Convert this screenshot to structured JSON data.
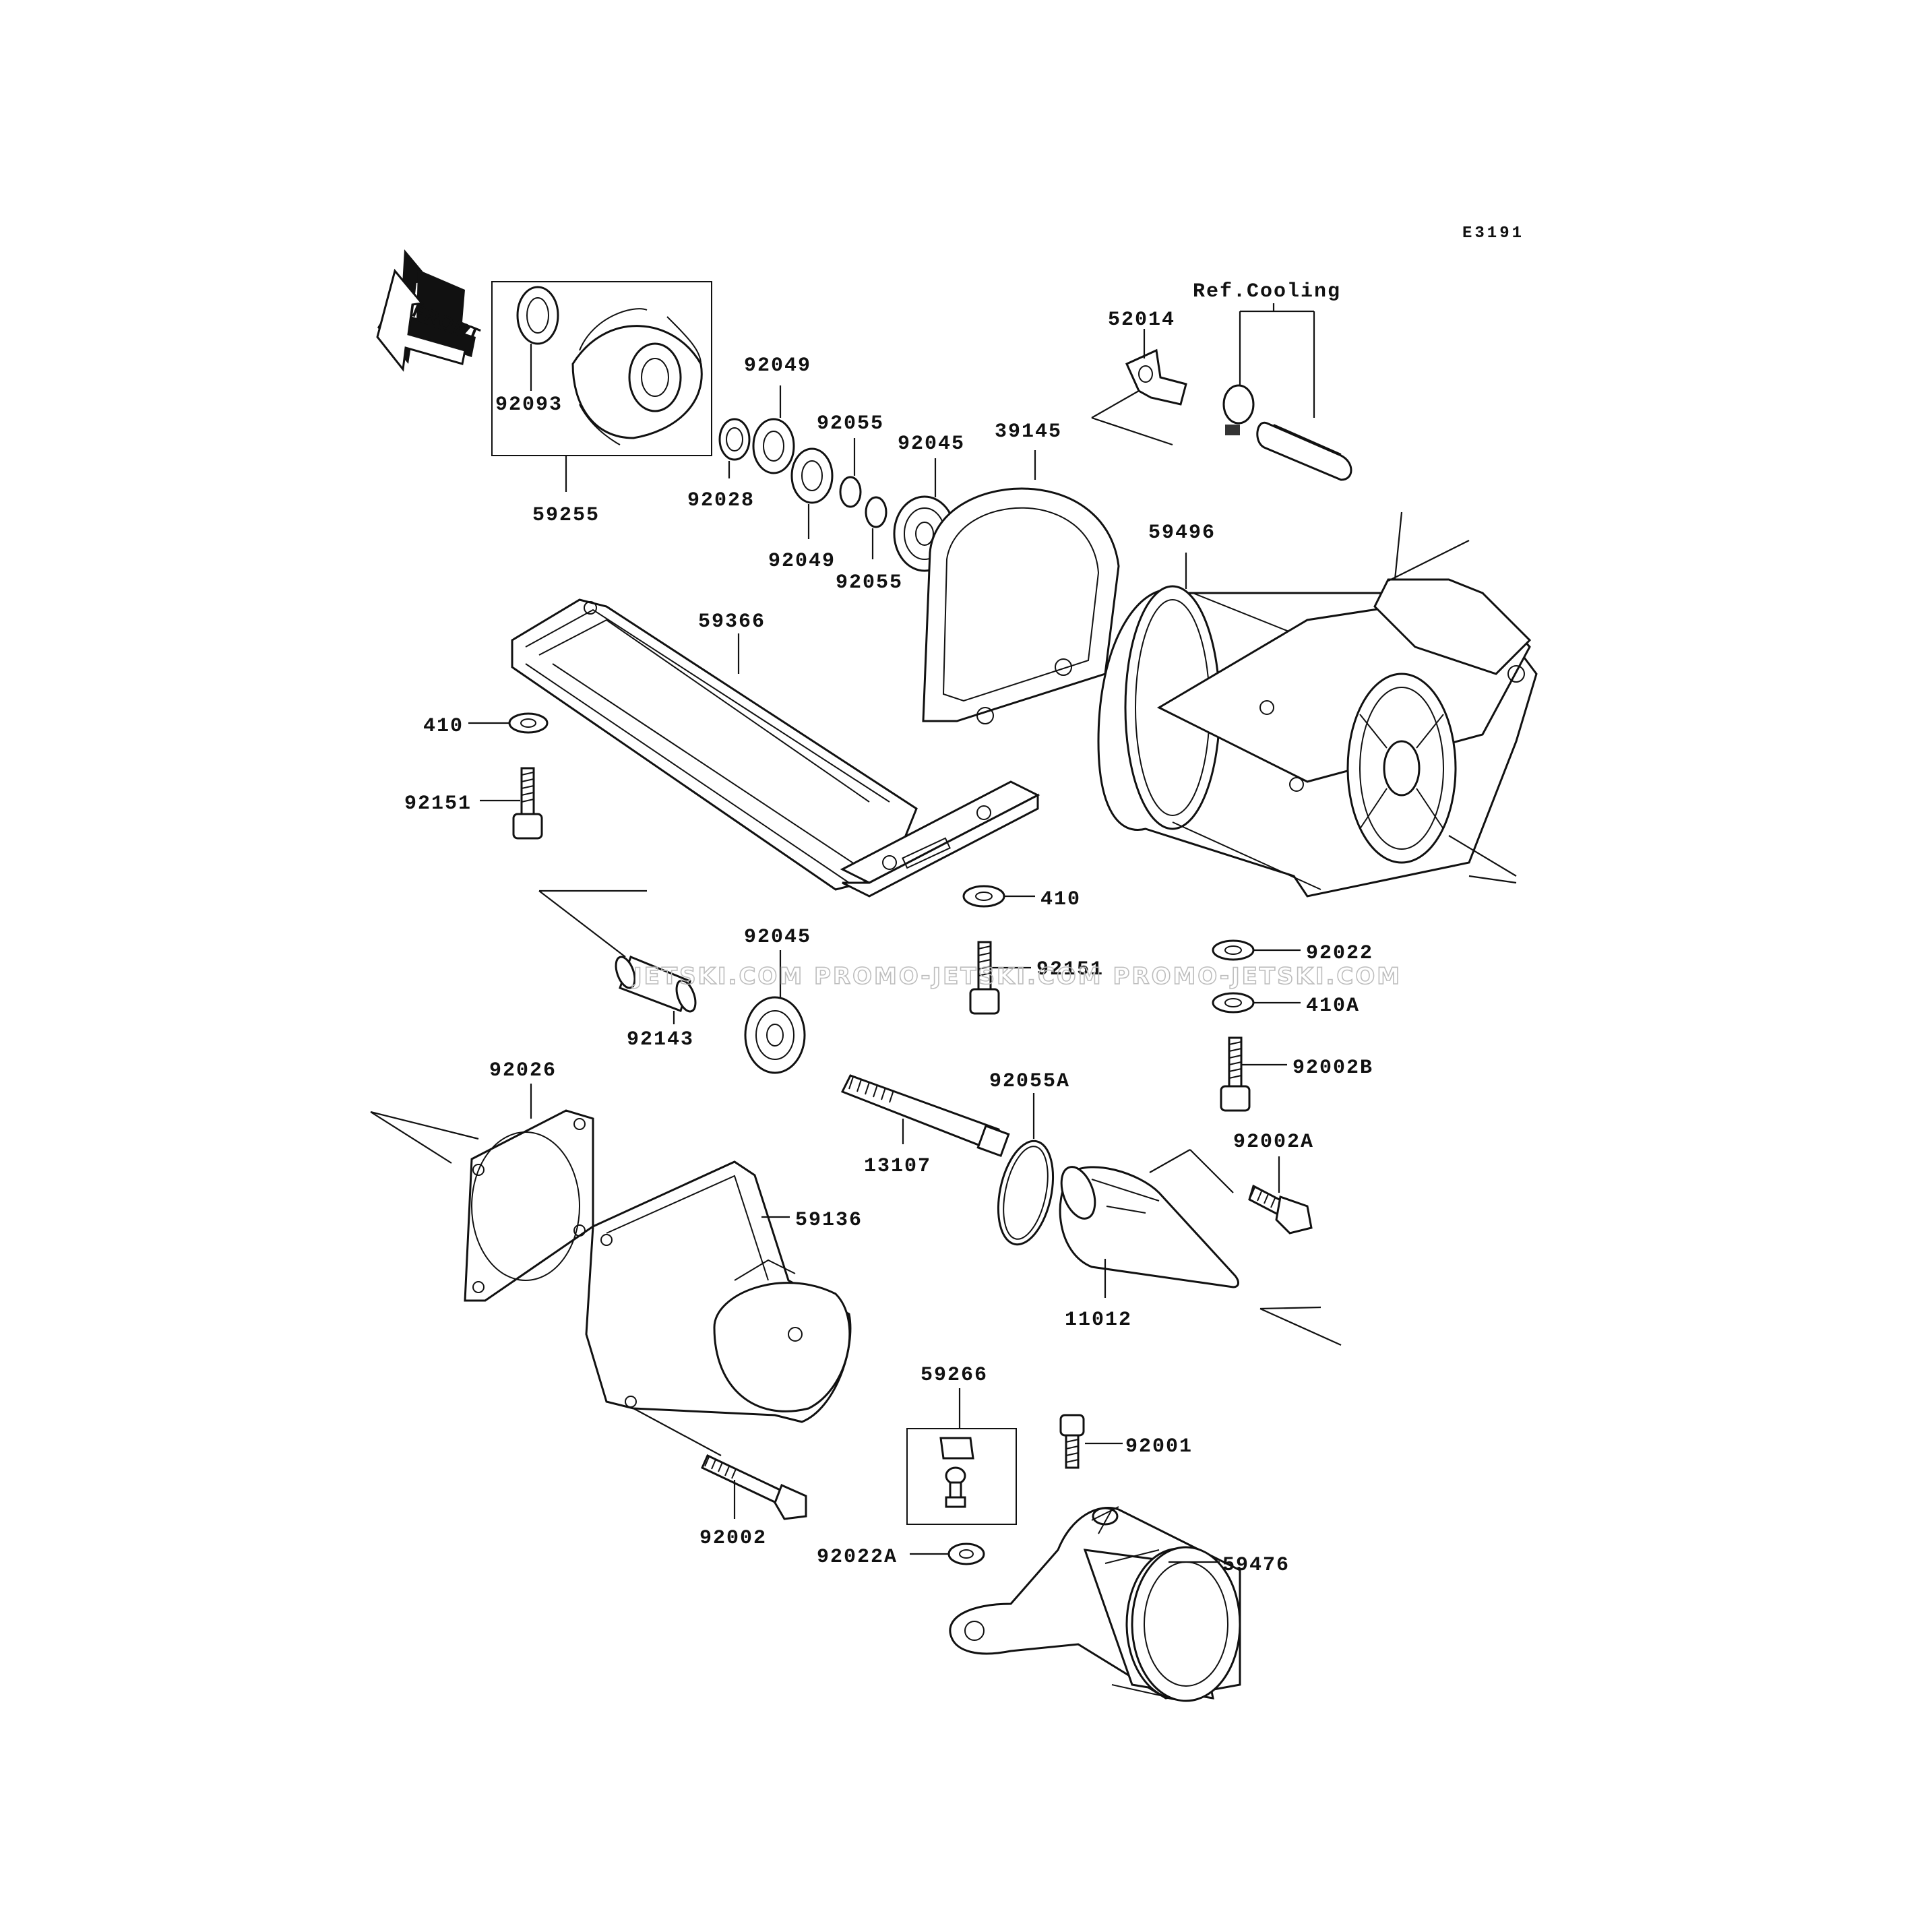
{
  "diagram_code": "E3191",
  "front_label": "FRONT",
  "ref_label": "Ref.Cooling",
  "watermark": "JETSKI.COM PROMO-JETSKI.COM PROMO-JETSKI.COM",
  "parts": {
    "p52014": "52014",
    "p92049a": "92049",
    "p92093": "92093",
    "p92055a": "92055",
    "p92045a": "92045",
    "p39145": "39145",
    "p92028": "92028",
    "p59255": "59255",
    "p92049b": "92049",
    "p92055b": "92055",
    "p59496": "59496",
    "p59366": "59366",
    "p410a": "410",
    "p92151a": "92151",
    "p410b": "410",
    "p92045b": "92045",
    "p92151b": "92151",
    "p92022": "92022",
    "p410A": "410A",
    "p92143": "92143",
    "p92026": "92026",
    "p92002B": "92002B",
    "p92055A": "92055A",
    "p92002A": "92002A",
    "p13107": "13107",
    "p59136": "59136",
    "p11012": "11012",
    "p59266": "59266",
    "p92001": "92001",
    "p92002": "92002",
    "p92022A": "92022A",
    "p59476": "59476"
  }
}
